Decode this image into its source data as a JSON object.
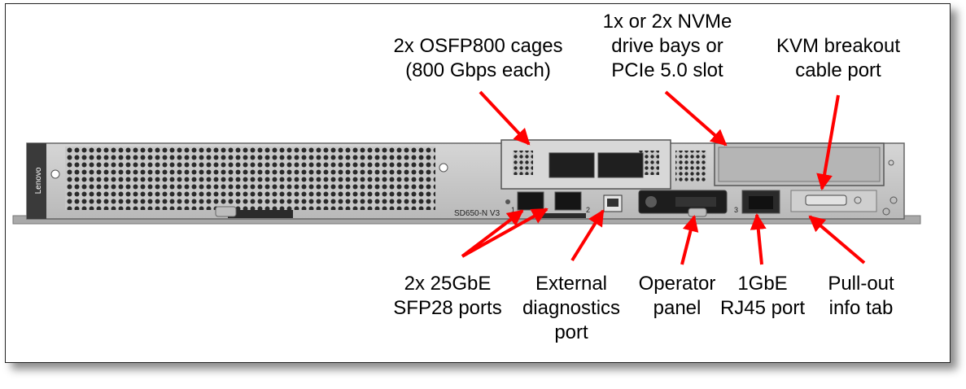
{
  "figure": {
    "brand": "Lenovo",
    "model": "SD650-N V3",
    "colors": {
      "arrow": "#ff0000",
      "chassis": "#c9c9c9",
      "text": "#000000"
    },
    "callouts": {
      "osfp": "2x OSFP800 cages\n(800 Gbps each)",
      "nvme": "1x or 2x NVMe\ndrive bays or\nPCIe 5.0 slot",
      "kvm": "KVM breakout\ncable port",
      "sfp28": "2x 25GbE\nSFP28 ports",
      "diagnostics": "External\ndiagnostics\nport",
      "operator": "Operator\npanel",
      "rj45": "1GbE\nRJ45 port",
      "infotab": "Pull-out\ninfo tab"
    },
    "port_marks": {
      "sfp_1": "1",
      "sfp_2": "2",
      "rj45": "3"
    }
  }
}
